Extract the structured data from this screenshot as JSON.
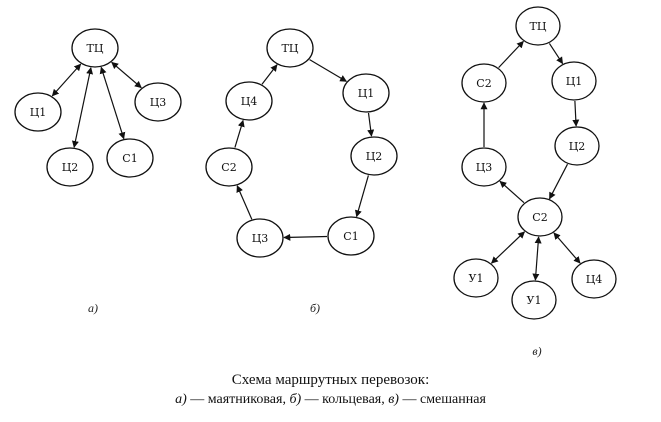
{
  "diagram": {
    "panels": [
      {
        "label": "а)",
        "nodes": {
          "tc": "ТЦ",
          "c1": "Ц1",
          "c2": "Ц2",
          "s1": "С1",
          "c3": "Ц3"
        },
        "edges": [
          [
            "tc",
            "c1",
            "both"
          ],
          [
            "tc",
            "c2",
            "both"
          ],
          [
            "tc",
            "s1",
            "both"
          ],
          [
            "tc",
            "c3",
            "both"
          ]
        ]
      },
      {
        "label": "б)",
        "nodes": {
          "tc": "ТЦ",
          "c1": "Ц1",
          "c2": "Ц2",
          "s1": "С1",
          "c3": "Ц3",
          "s2": "С2",
          "c4": "Ц4"
        },
        "edges": [
          [
            "tc",
            "c1",
            "fwd"
          ],
          [
            "c1",
            "c2",
            "fwd"
          ],
          [
            "c2",
            "s1",
            "fwd"
          ],
          [
            "s1",
            "c3",
            "fwd"
          ],
          [
            "c3",
            "s2",
            "fwd"
          ],
          [
            "s2",
            "c4",
            "fwd"
          ],
          [
            "c4",
            "tc",
            "fwd"
          ]
        ]
      },
      {
        "label": "в)",
        "nodes": {
          "tc": "ТЦ",
          "c1": "Ц1",
          "c2": "Ц2",
          "hub": "С2",
          "c3": "Ц3",
          "s2": "С2",
          "u1a": "У1",
          "u1b": "У1",
          "c4": "Ц4"
        },
        "edges": [
          [
            "tc",
            "c1",
            "fwd"
          ],
          [
            "c1",
            "c2",
            "fwd"
          ],
          [
            "c2",
            "hub",
            "fwd"
          ],
          [
            "hub",
            "c3",
            "fwd"
          ],
          [
            "c3",
            "s2",
            "fwd"
          ],
          [
            "s2",
            "tc",
            "fwd"
          ],
          [
            "hub",
            "u1a",
            "both"
          ],
          [
            "hub",
            "u1b",
            "both"
          ],
          [
            "hub",
            "c4",
            "both"
          ]
        ]
      }
    ]
  },
  "caption": {
    "line1": "Схема маршрутных перевозок:",
    "line2": {
      "a_marker": "а)",
      "a_text": " — маятниковая, ",
      "b_marker": "б)",
      "b_text": " — кольцевая, ",
      "c_marker": "в)",
      "c_text": " — смешанная"
    }
  }
}
